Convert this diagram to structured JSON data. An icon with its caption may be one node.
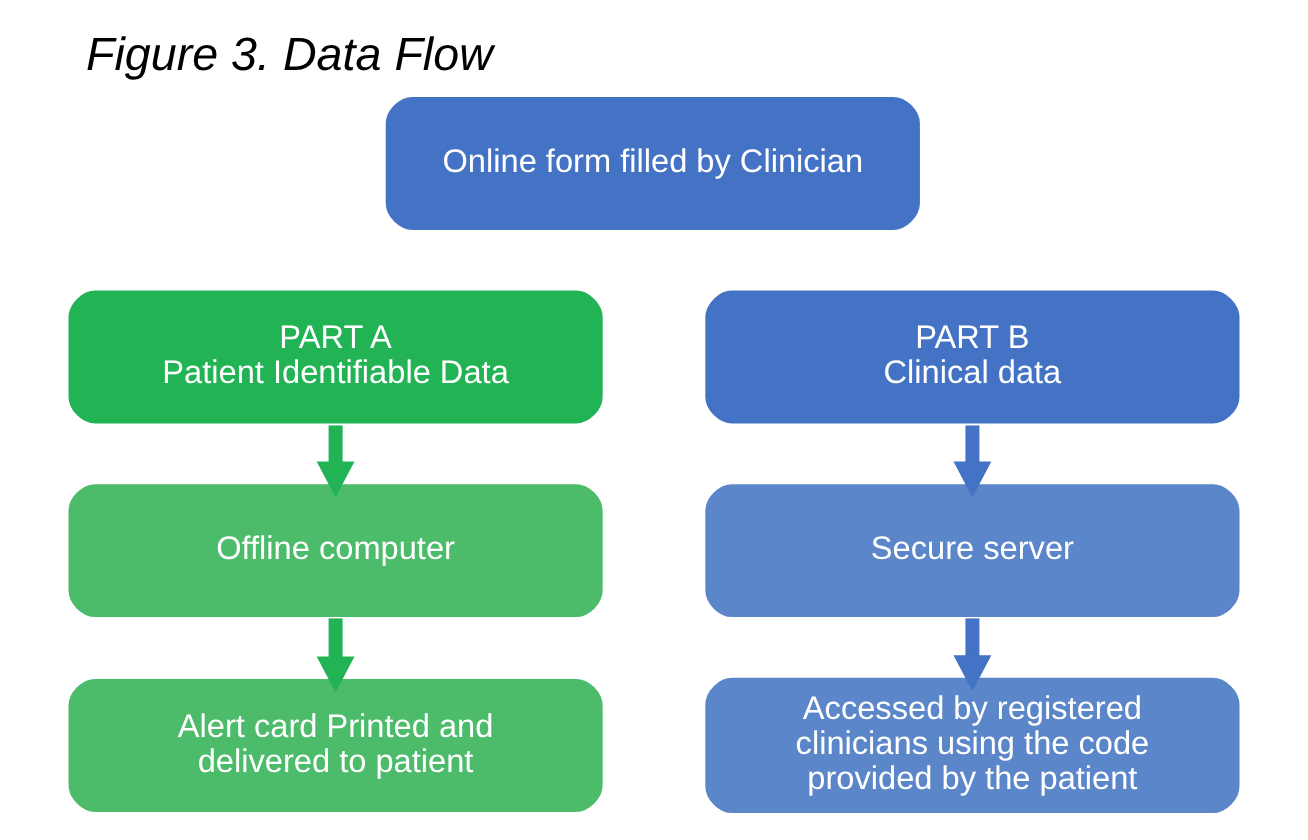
{
  "diagram": {
    "title": "Figure 3. Data Flow",
    "nodes": [
      {
        "text": [
          "Online form filled by Clinician"
        ]
      },
      {
        "text": [
          "PART A",
          "Patient Identifiable Data"
        ]
      },
      {
        "text": [
          "PART B",
          "Clinical data"
        ]
      },
      {
        "text": [
          "Offline computer"
        ]
      },
      {
        "text": [
          "Secure server"
        ]
      },
      {
        "text": [
          "Alert card Printed and delivered to patient"
        ]
      },
      {
        "text": [
          "Accessed by registered clinicians using the code provided by the patient"
        ]
      }
    ],
    "edges": [
      {
        "from": 1,
        "to": 3,
        "arrow": "to",
        "color": "#22b355"
      },
      {
        "from": 3,
        "to": 5,
        "arrow": "to",
        "color": "#22b355"
      },
      {
        "from": 2,
        "to": 4,
        "arrow": "to",
        "color": "#4472c4"
      },
      {
        "from": 4,
        "to": 6,
        "arrow": "to",
        "color": "#4472c4"
      }
    ]
  }
}
